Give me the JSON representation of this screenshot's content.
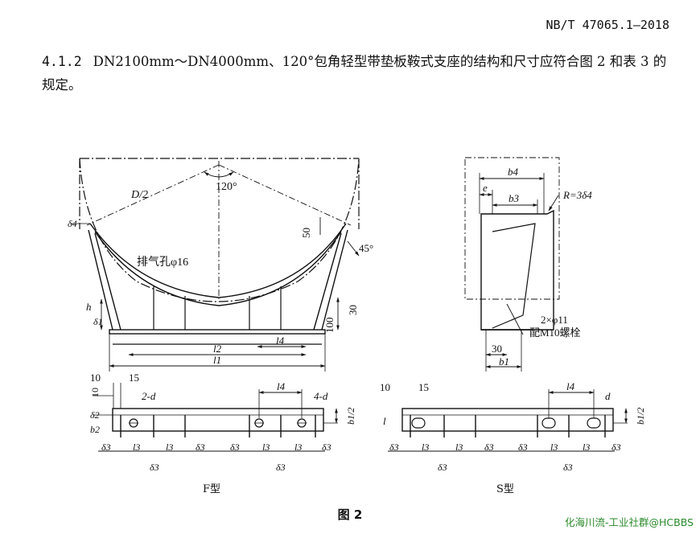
{
  "header": {
    "standard_code": "NB/T 47065.1—2018"
  },
  "paragraph": {
    "number": "4.1.2",
    "text": "DN2100mm～DN4000mm、120°包角轻型带垫板鞍式支座的结构和尺寸应符合图 2 和表 3 的规定。"
  },
  "figure": {
    "caption": "图 2",
    "f_type_label": "F型",
    "s_type_label": "S型",
    "front_view": {
      "radius_label": "D/2",
      "angle_label": "120°",
      "delta4": "δ4",
      "vent_label": "排气孔φ16",
      "dim_50": "50",
      "dim_45": "45°",
      "dim_30": "30",
      "dim_100": "100",
      "dim_h": "h",
      "dim_delta1": "δ1",
      "dim_l4": "l4",
      "dim_l2": "l2",
      "dim_l1": "l1"
    },
    "side_view": {
      "dim_b4": "b4",
      "dim_e": "e",
      "dim_b3": "b3",
      "radius_note": "R=3δ4",
      "hole_note": "2×φ11",
      "bolt_note": "配M10螺栓",
      "dim_30": "30",
      "dim_b1": "b1"
    },
    "plan_f": {
      "dim_10a": "10",
      "dim_10b": "10",
      "dim_15": "15",
      "hole_2d": "2-d",
      "dim_l4": "l4",
      "hole_4d": "4-d",
      "dim_delta2": "δ2",
      "dim_b2": "b2",
      "dim_b1_2": "b1/2",
      "bottom": [
        "δ3",
        "l3",
        "l3",
        "δ3",
        "δ3",
        "l3",
        "l3",
        "δ3"
      ],
      "bottom2": [
        "δ3",
        "δ3"
      ]
    },
    "plan_s": {
      "dim_10": "10",
      "dim_15": "15",
      "dim_l4": "l4",
      "hole_d": "d",
      "dim_l": "l",
      "dim_b1_2": "b1/2",
      "bottom": [
        "δ3",
        "l3",
        "l3",
        "δ3",
        "δ3",
        "l3",
        "l3",
        "δ3"
      ],
      "bottom2": [
        "δ3",
        "δ3"
      ]
    }
  },
  "watermark": "化海川流-工业社群@HCBBS"
}
